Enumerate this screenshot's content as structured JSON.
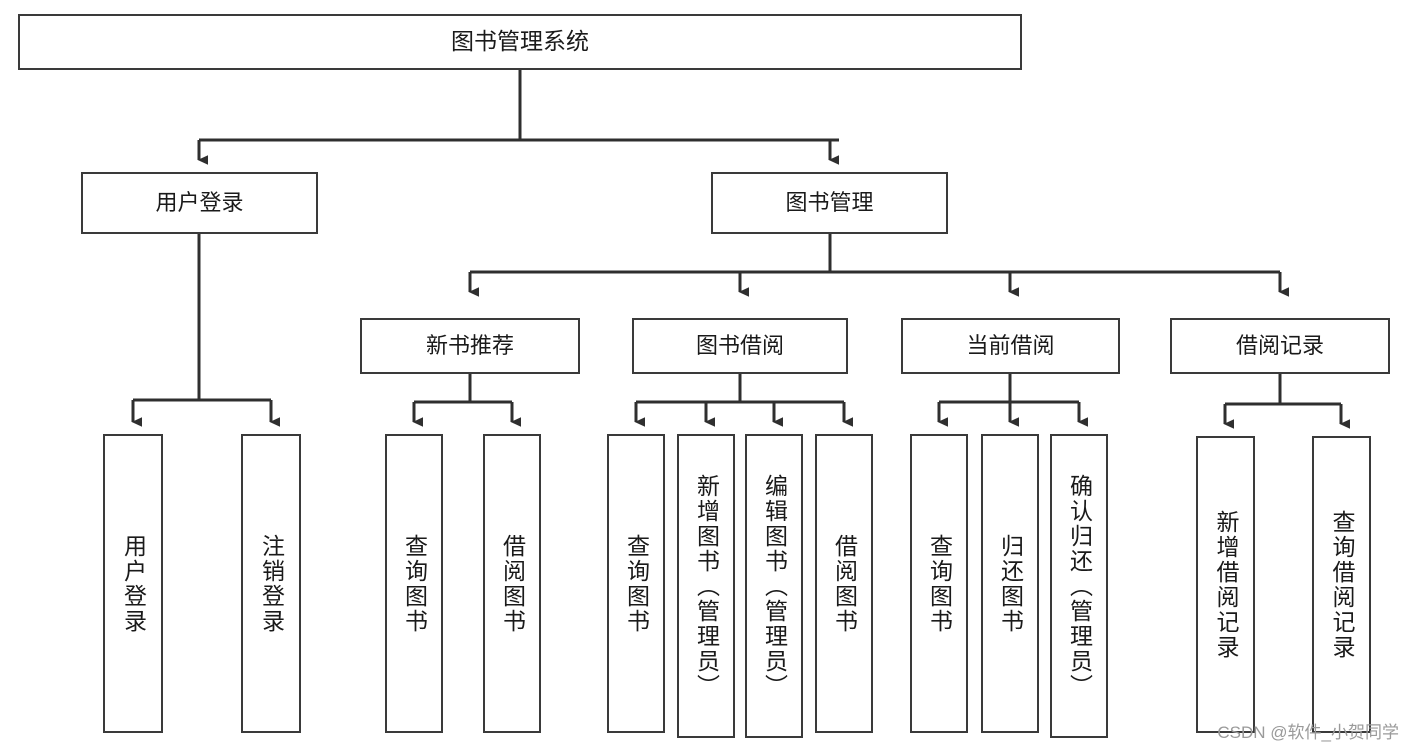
{
  "diagram": {
    "title": "图书管理系统",
    "type": "tree-hierarchy",
    "root": {
      "label": "图书管理系统"
    },
    "level2": [
      {
        "label": "用户登录"
      },
      {
        "label": "图书管理"
      }
    ],
    "level3": [
      {
        "label": "新书推荐"
      },
      {
        "label": "图书借阅"
      },
      {
        "label": "当前借阅"
      },
      {
        "label": "借阅记录"
      }
    ],
    "leaves": {
      "user_login": [
        {
          "label": "用户登录"
        },
        {
          "label": "注销登录"
        }
      ],
      "new_book_recommend": [
        {
          "label": "查询图书"
        },
        {
          "label": "借阅图书"
        }
      ],
      "book_borrow": [
        {
          "label": "查询图书"
        },
        {
          "label": "新增图书（管理员）"
        },
        {
          "label": "编辑图书（管理员）"
        },
        {
          "label": "借阅图书"
        }
      ],
      "current_borrow": [
        {
          "label": "查询图书"
        },
        {
          "label": "归还图书"
        },
        {
          "label": "确认归还（管理员）"
        }
      ],
      "borrow_record": [
        {
          "label": "新增借阅记录"
        },
        {
          "label": "查询借阅记录"
        }
      ]
    }
  },
  "watermark": {
    "text": "CSDN @软件_小贺同学"
  },
  "colors": {
    "stroke": "#3a3a3a",
    "text": "#1a1a1a",
    "background": "#ffffff",
    "watermark": "#9a9a9a"
  }
}
